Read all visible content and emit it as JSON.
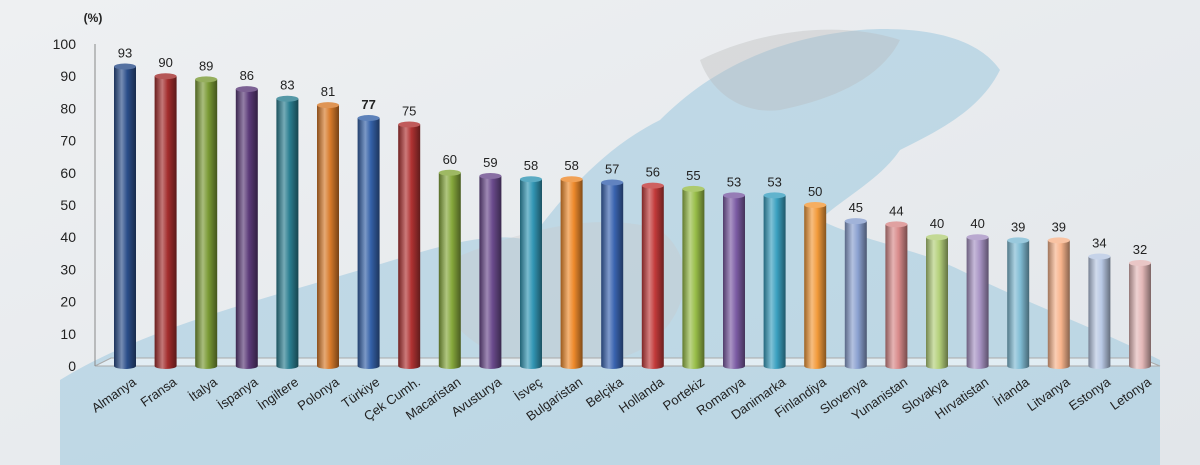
{
  "chart_data": {
    "type": "bar",
    "ylabel": "(%)",
    "ylim": [
      0,
      100
    ],
    "yticks": [
      0,
      10,
      20,
      30,
      40,
      50,
      60,
      70,
      80,
      90,
      100
    ],
    "categories": [
      "Almanya",
      "Fransa",
      "İtalya",
      "İspanya",
      "İngiltere",
      "Polonya",
      "Türkiye",
      "Çek Cumh.",
      "Macaristan",
      "Avusturya",
      "İsveç",
      "Bulgaristan",
      "Belçika",
      "Hollanda",
      "Portekiz",
      "Romanya",
      "Danimarka",
      "Finlandiya",
      "Slovenya",
      "Yunanistan",
      "Slovakya",
      "Hırvatistan",
      "İrlanda",
      "Litvanya",
      "Estonya",
      "Letonya"
    ],
    "values": [
      93,
      90,
      89,
      86,
      83,
      81,
      77,
      75,
      60,
      59,
      58,
      58,
      57,
      56,
      55,
      53,
      53,
      50,
      45,
      44,
      40,
      40,
      39,
      39,
      34,
      32
    ],
    "bar_colors": [
      "#2b4e8a",
      "#a32d2d",
      "#7a9a35",
      "#5b3a78",
      "#2a7e90",
      "#d77a2a",
      "#3461a8",
      "#b03232",
      "#86a83c",
      "#6a4a8c",
      "#3296b4",
      "#ee8a2c",
      "#3a64b0",
      "#c23a3a",
      "#98bd48",
      "#7c5ca4",
      "#3aa0c0",
      "#f29a3a",
      "#8aa0d0",
      "#d88a8a",
      "#b4d07a",
      "#a894c4",
      "#80bcd4",
      "#f8b48c",
      "#b8c8e4",
      "#e4b8b8"
    ],
    "highlight_index": 6,
    "highlight_color": "#e02020",
    "grid": false,
    "legend": "none"
  }
}
